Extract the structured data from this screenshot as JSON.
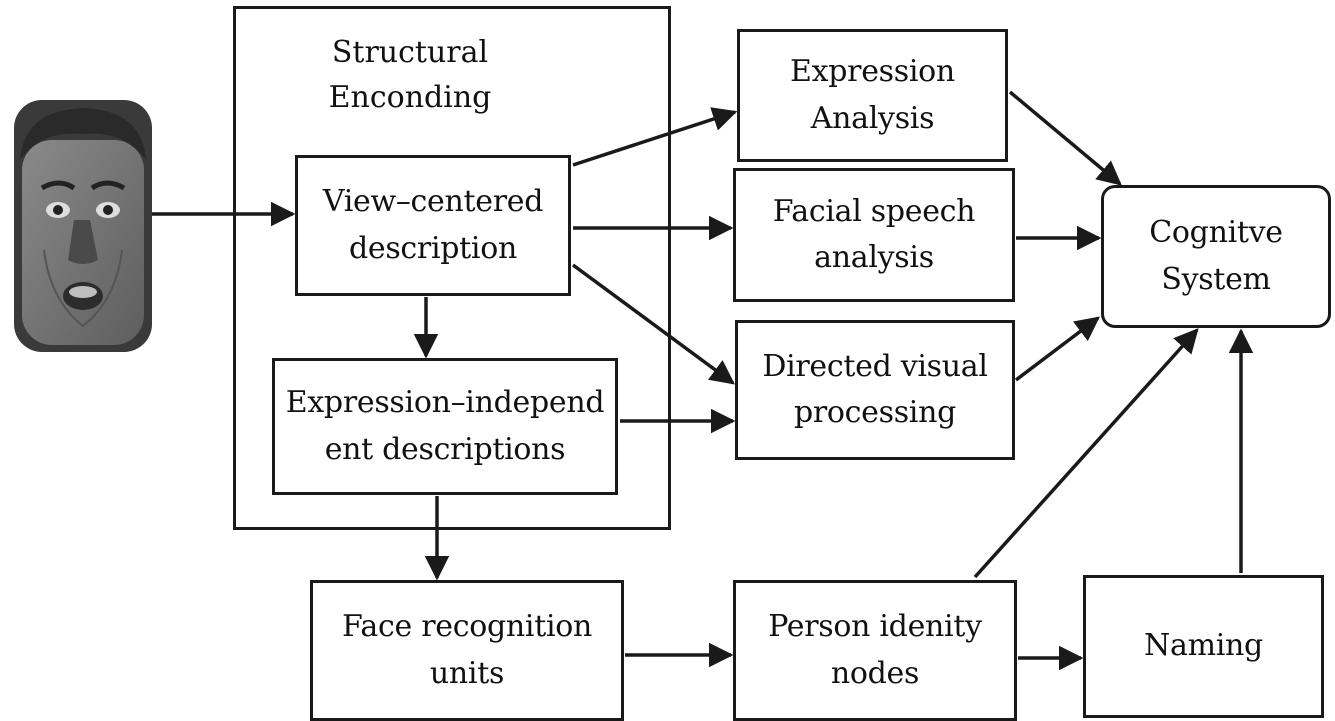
{
  "structural_encoding": {
    "title_line1": "Structural",
    "title_line2": "Enconding"
  },
  "nodes": {
    "view_centered": {
      "line1": "View–centered",
      "line2": "description"
    },
    "expression_independent": {
      "line1": "Expression–independ",
      "line2": "ent descriptions"
    },
    "expression_analysis": {
      "line1": "Expression",
      "line2": "Analysis"
    },
    "facial_speech": {
      "line1": "Facial speech",
      "line2": "analysis"
    },
    "directed_visual": {
      "line1": "Directed visual",
      "line2": "processing"
    },
    "cognitive_system": {
      "line1": "Cognitve",
      "line2": "System"
    },
    "face_recognition": {
      "line1": "Face recognition",
      "line2": "units"
    },
    "person_identity": {
      "line1": "Person idenity",
      "line2": "nodes"
    },
    "naming": {
      "line1": "Naming"
    }
  },
  "colors": {
    "line": "#1a1a1a",
    "background": "#ffffff"
  }
}
